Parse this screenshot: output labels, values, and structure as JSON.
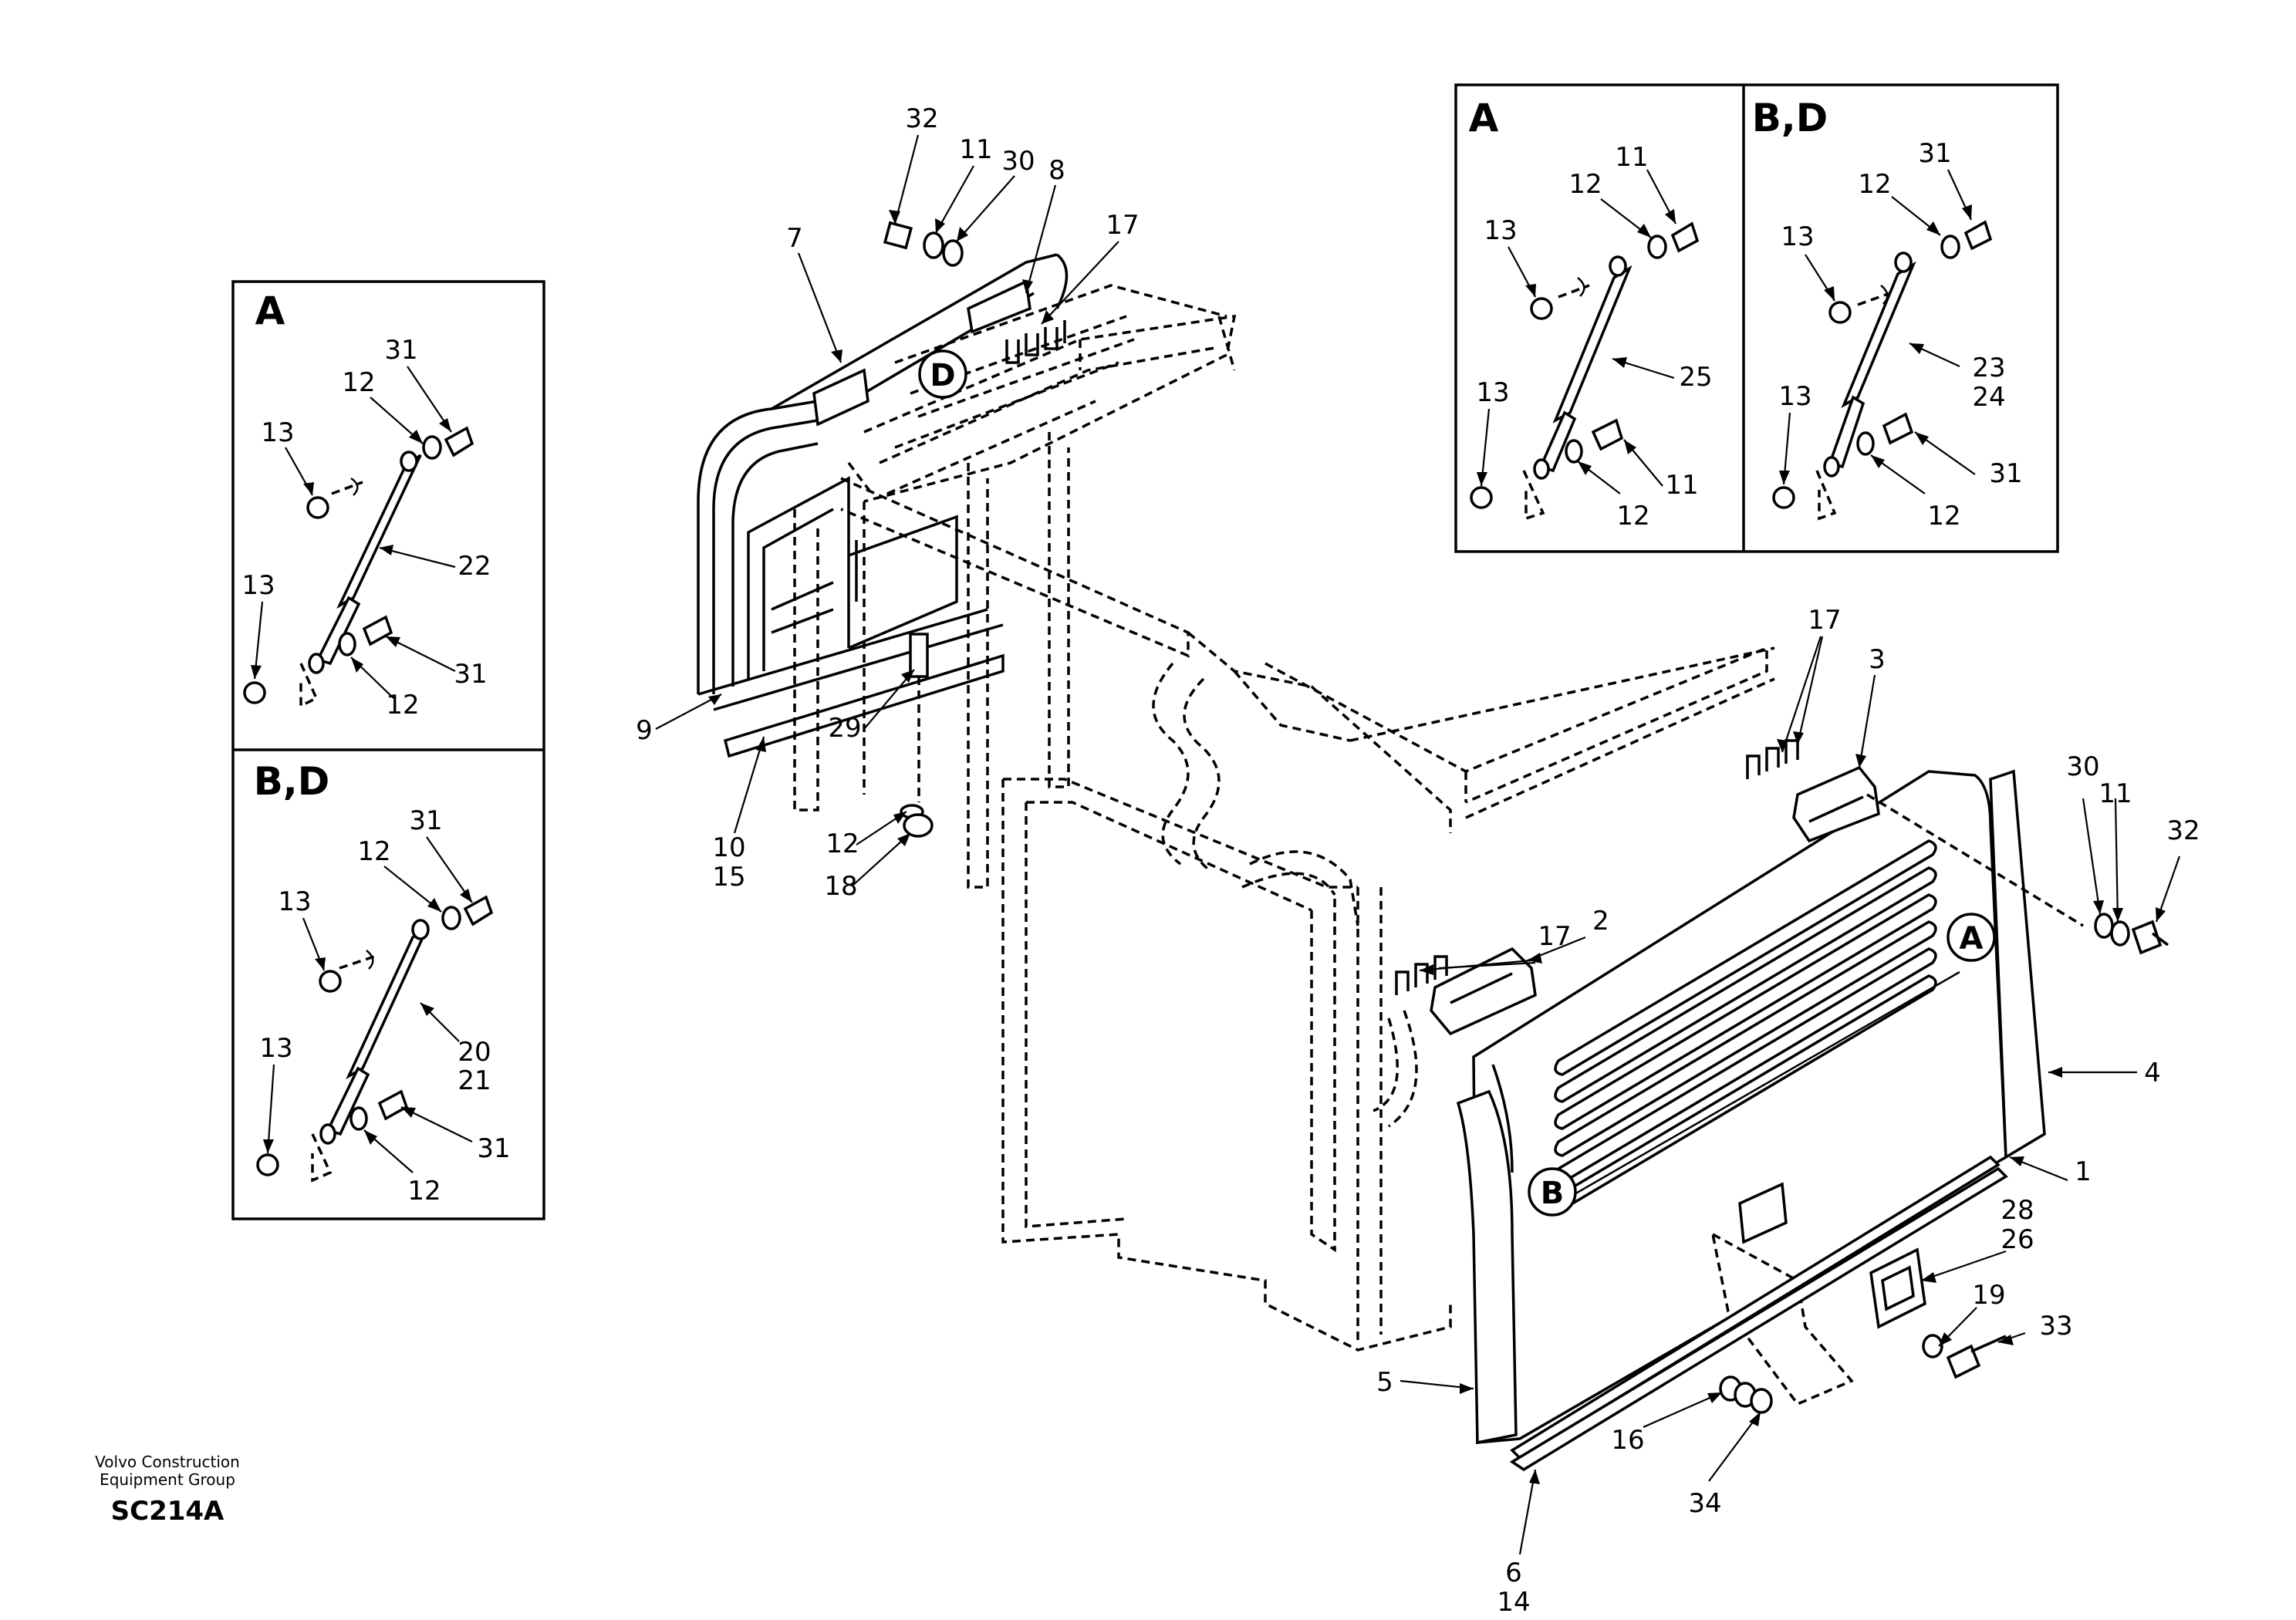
{
  "footer": {
    "company_line1": "Volvo Construction",
    "company_line2": "Equipment Group",
    "code": "SC214A"
  },
  "detail_views": {
    "left_top": {
      "header": "A",
      "labels": [
        "31",
        "12",
        "13",
        "22",
        "13",
        "31",
        "12"
      ]
    },
    "left_bot": {
      "header": "B,D",
      "labels": [
        "31",
        "12",
        "13",
        "20",
        "21",
        "13",
        "31",
        "12"
      ]
    },
    "right_a": {
      "header": "A",
      "labels": [
        "11",
        "12",
        "13",
        "25",
        "13",
        "11",
        "12"
      ]
    },
    "right_bd": {
      "header": "B,D",
      "labels": [
        "31",
        "12",
        "13",
        "23",
        "24",
        "13",
        "31",
        "12"
      ]
    }
  },
  "view_markers": [
    "A",
    "B",
    "D"
  ],
  "main_labels": {
    "top_cover": [
      "32",
      "11",
      "30",
      "8",
      "7",
      "17",
      "9",
      "10",
      "15",
      "29",
      "12",
      "18"
    ],
    "right_door": [
      "17",
      "3",
      "30",
      "11",
      "32",
      "17",
      "2",
      "4",
      "1",
      "28",
      "26",
      "19",
      "33",
      "5",
      "16",
      "34",
      "6",
      "14"
    ]
  }
}
